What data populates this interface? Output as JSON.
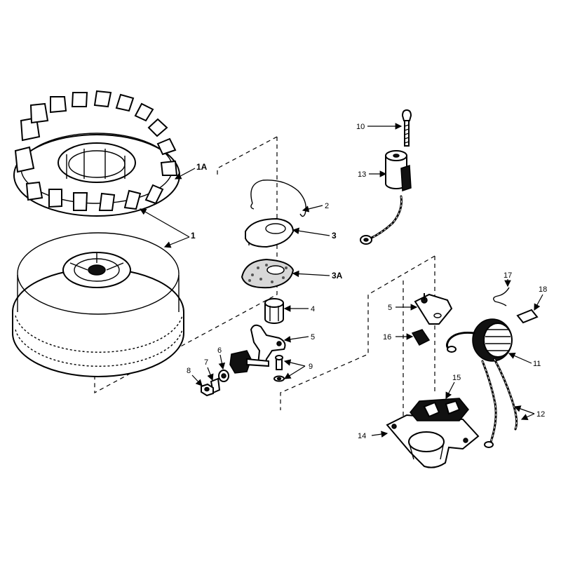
{
  "figure": {
    "background": "#ffffff",
    "ink": "#000000",
    "callouts": [
      {
        "id": "1A",
        "label": "1A"
      },
      {
        "id": "1",
        "label": "1"
      },
      {
        "id": "2",
        "label": "2"
      },
      {
        "id": "3",
        "label": "3"
      },
      {
        "id": "3A",
        "label": "3A"
      },
      {
        "id": "4",
        "label": "4"
      },
      {
        "id": "5a",
        "label": "5"
      },
      {
        "id": "6",
        "label": "6"
      },
      {
        "id": "7",
        "label": "7"
      },
      {
        "id": "8",
        "label": "8"
      },
      {
        "id": "9",
        "label": "9"
      },
      {
        "id": "10",
        "label": "10"
      },
      {
        "id": "13",
        "label": "13"
      },
      {
        "id": "5b",
        "label": "5"
      },
      {
        "id": "16",
        "label": "16"
      },
      {
        "id": "17",
        "label": "17"
      },
      {
        "id": "18",
        "label": "18"
      },
      {
        "id": "11",
        "label": "11"
      },
      {
        "id": "12",
        "label": "12"
      },
      {
        "id": "14",
        "label": "14"
      },
      {
        "id": "15",
        "label": "15"
      }
    ]
  }
}
